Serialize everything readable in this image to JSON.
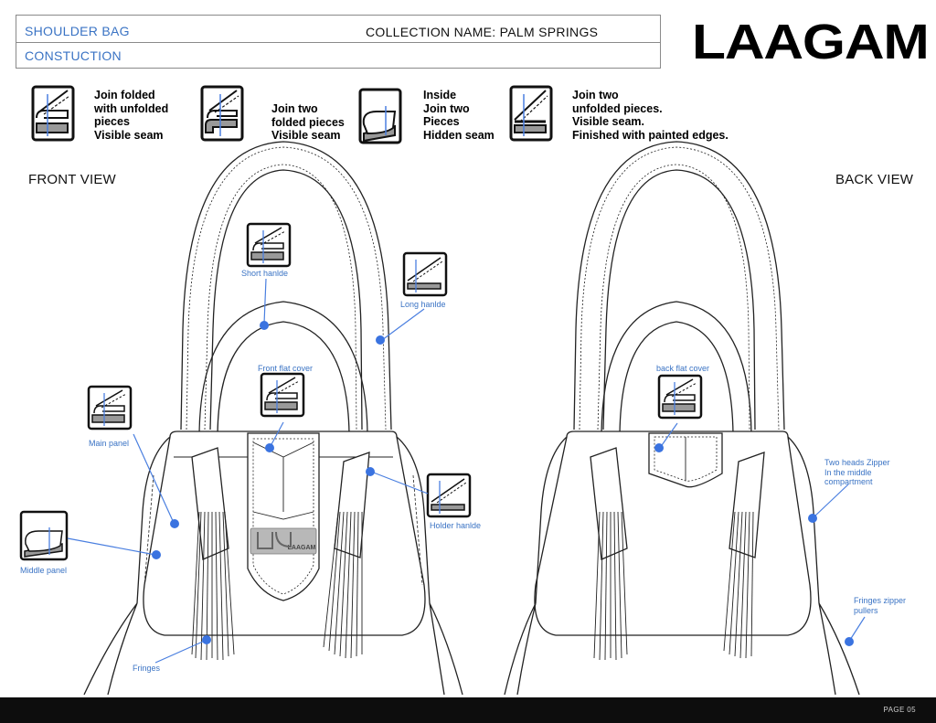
{
  "header": {
    "product": "SHOULDER BAG",
    "section": "CONSTUCTION",
    "collection": "COLLECTION NAME: PALM SPRINGS",
    "brand": "LAAGAM"
  },
  "legend": [
    {
      "icon": "seam-folded-unfolded-icon",
      "text": "Join folded\nwith unfolded\npieces\nVisible seam"
    },
    {
      "icon": "seam-two-folded-icon",
      "text": "Join two\nfolded pieces\nVisible seam"
    },
    {
      "icon": "seam-hidden-icon",
      "text": "Inside\nJoin two\nPieces\nHidden seam"
    },
    {
      "icon": "seam-painted-edges-icon",
      "text": "Join two\nunfolded pieces.\nVisible seam.\nFinished with painted edges."
    }
  ],
  "views": {
    "front": "FRONT VIEW",
    "back": "BACK VIEW"
  },
  "callouts": {
    "short_handle": "Short hanlde",
    "long_handle": "Long hanlde",
    "front_flat_cover": "Front flat cover",
    "main_panel": "Main panel",
    "holder_handle": "Holder hanlde",
    "middle_panel": "Middle panel",
    "fringes": "Fringes",
    "back_flat_cover": "back flat cover",
    "zipper": "Two heads Zipper\nIn the middle\ncompartment",
    "zipper_pullers": "Fringes zipper\npullers"
  },
  "stamp_text": "LAAGAM",
  "footer": {
    "page": "PAGE 05"
  },
  "colors": {
    "accent": "#3a73c4",
    "callout_line": "#4a7fe0",
    "footer": "#0d0d0d"
  }
}
